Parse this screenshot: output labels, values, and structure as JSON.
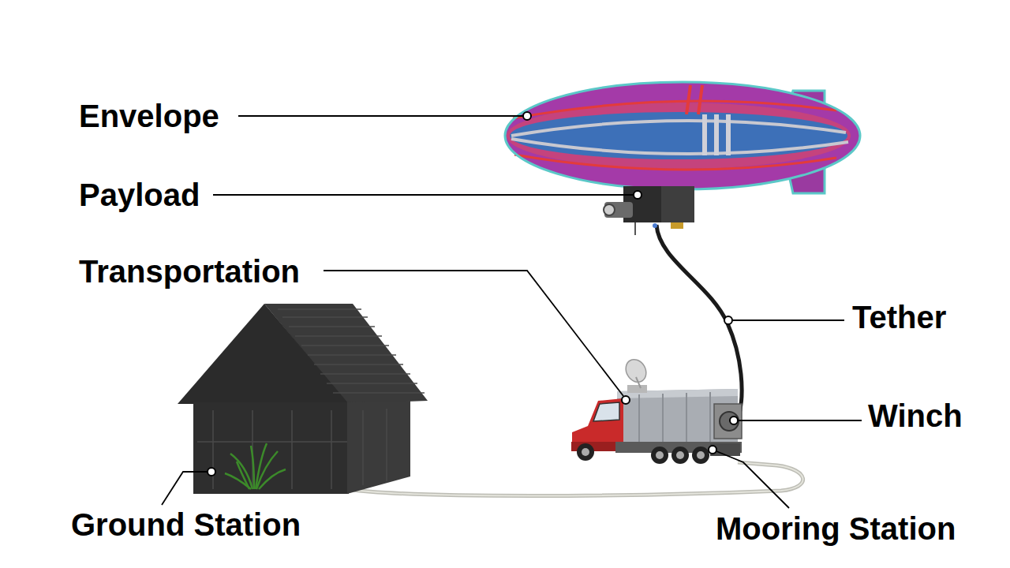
{
  "diagram": {
    "labels": [
      "Envelope",
      "Payload",
      "Transportation",
      "Tether",
      "Winch",
      "Ground Station",
      "Mooring Station"
    ]
  }
}
